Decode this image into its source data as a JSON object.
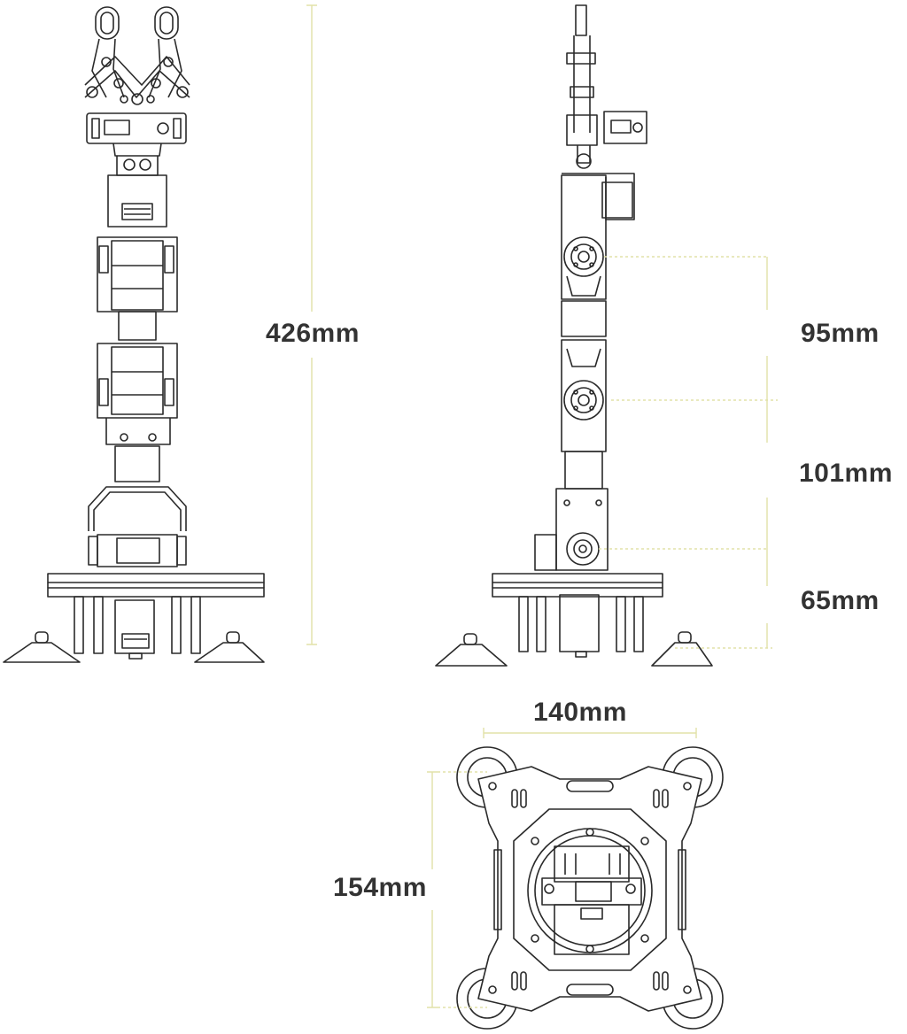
{
  "dimensions": {
    "total_height": "426mm",
    "segment_upper": "95mm",
    "segment_middle": "101mm",
    "segment_base": "65mm",
    "base_width": "140mm",
    "base_depth": "154mm"
  },
  "colors": {
    "line": "#2a2a2a",
    "dimension_line": "#e2e2a8",
    "text": "#333333",
    "background": "#ffffff"
  }
}
